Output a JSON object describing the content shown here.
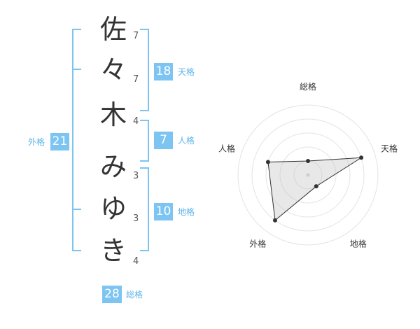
{
  "name": {
    "characters": [
      {
        "char": "佐",
        "strokes": "7"
      },
      {
        "char": "々",
        "strokes": "7"
      },
      {
        "char": "木",
        "strokes": "4"
      },
      {
        "char": "み",
        "strokes": "3"
      },
      {
        "char": "ゆ",
        "strokes": "3"
      },
      {
        "char": "き",
        "strokes": "4"
      }
    ]
  },
  "kaku": {
    "tenkaku": {
      "value": "18",
      "label": "天格"
    },
    "jinkaku": {
      "value": "7",
      "label": "人格"
    },
    "chikaku": {
      "value": "10",
      "label": "地格"
    },
    "gaikaku": {
      "value": "21",
      "label": "外格"
    },
    "soukaku": {
      "value": "28",
      "label": "総格"
    }
  },
  "colors": {
    "bracket": "#7cc4f2",
    "badge": "#7cc4f2",
    "badge_text": "#ffffff"
  },
  "chart_data": {
    "type": "radar",
    "axes": [
      "総格",
      "天格",
      "地格",
      "外格",
      "人格"
    ],
    "values": [
      1,
      4,
      1,
      4,
      3
    ],
    "rmax": 5,
    "grid_rings": 5
  }
}
